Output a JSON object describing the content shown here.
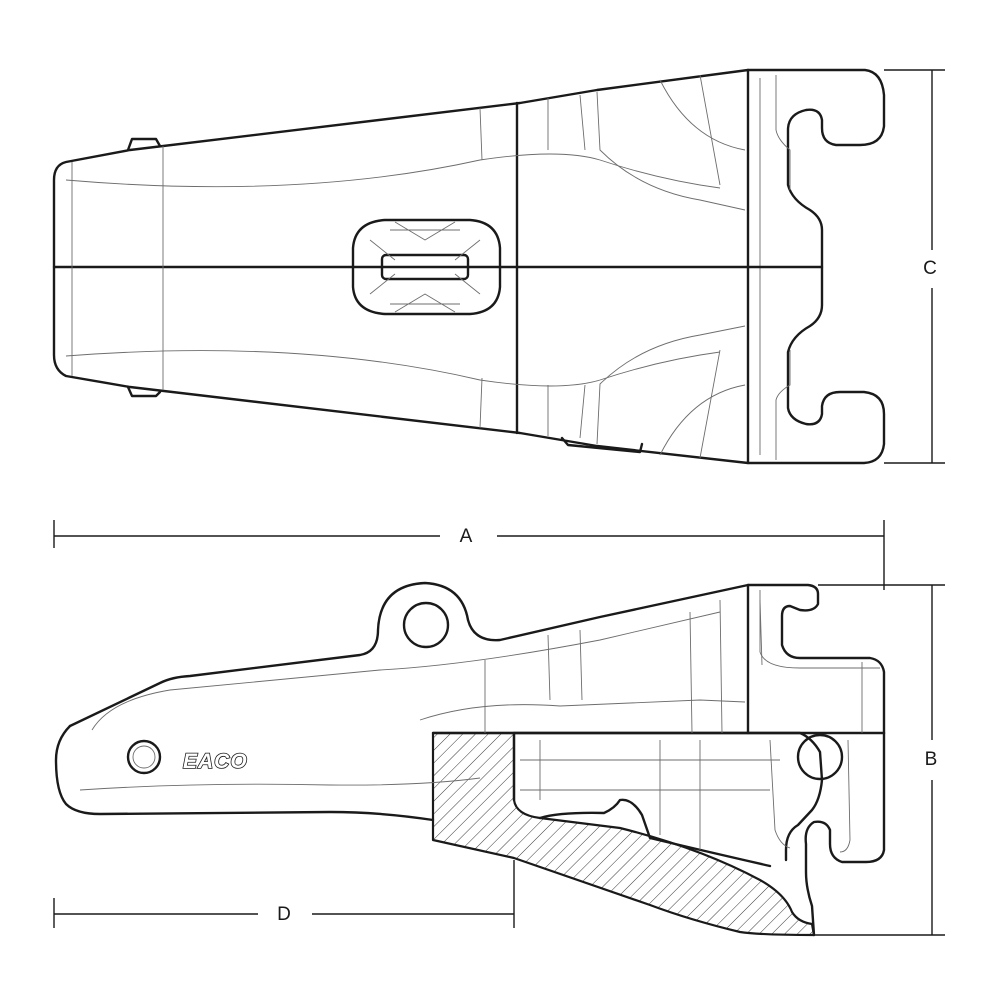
{
  "dimensions": {
    "A": "A",
    "B": "B",
    "C": "C",
    "D": "D"
  },
  "logo_text": "EACO",
  "colors": {
    "line": "#1a1a1a",
    "detail": "#6d6d6d",
    "background": "#ffffff"
  }
}
